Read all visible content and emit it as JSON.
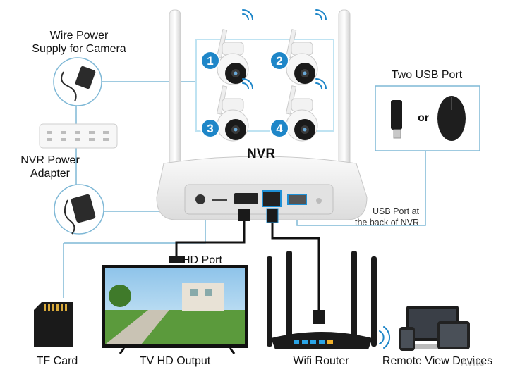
{
  "labels": {
    "wire_power": [
      "Wire Power",
      "Supply for Camera"
    ],
    "nvr_power": [
      "NVR Power",
      "Adapter"
    ],
    "nvr": "NVR",
    "two_usb": "Two USB Port",
    "or": "or",
    "usb_back": [
      "USB Port at",
      "the back of NVR"
    ],
    "hd_port": "HD Port",
    "tf_card": "TF Card",
    "tv_output": "TV HD Output",
    "wifi_router": "Wifi Router",
    "remote_view": "Remote View Devices",
    "watermark": "Avito"
  },
  "cameras": [
    {
      "number": "1"
    },
    {
      "number": "2"
    },
    {
      "number": "3"
    },
    {
      "number": "4"
    }
  ],
  "colors": {
    "line": "#7fb8d6",
    "badge": "#1e86c8",
    "frame": "#bfe3f2",
    "port_box": "#1e90d6"
  },
  "icons": [
    "wifi-signal-icon",
    "power-adapter-icon",
    "power-strip-icon",
    "usb-dongle-icon",
    "mouse-icon",
    "hdmi-cable-icon",
    "ethernet-cable-icon",
    "sd-card-icon",
    "tv-icon",
    "router-icon",
    "laptop-icon",
    "tablet-icon",
    "phone-icon"
  ]
}
